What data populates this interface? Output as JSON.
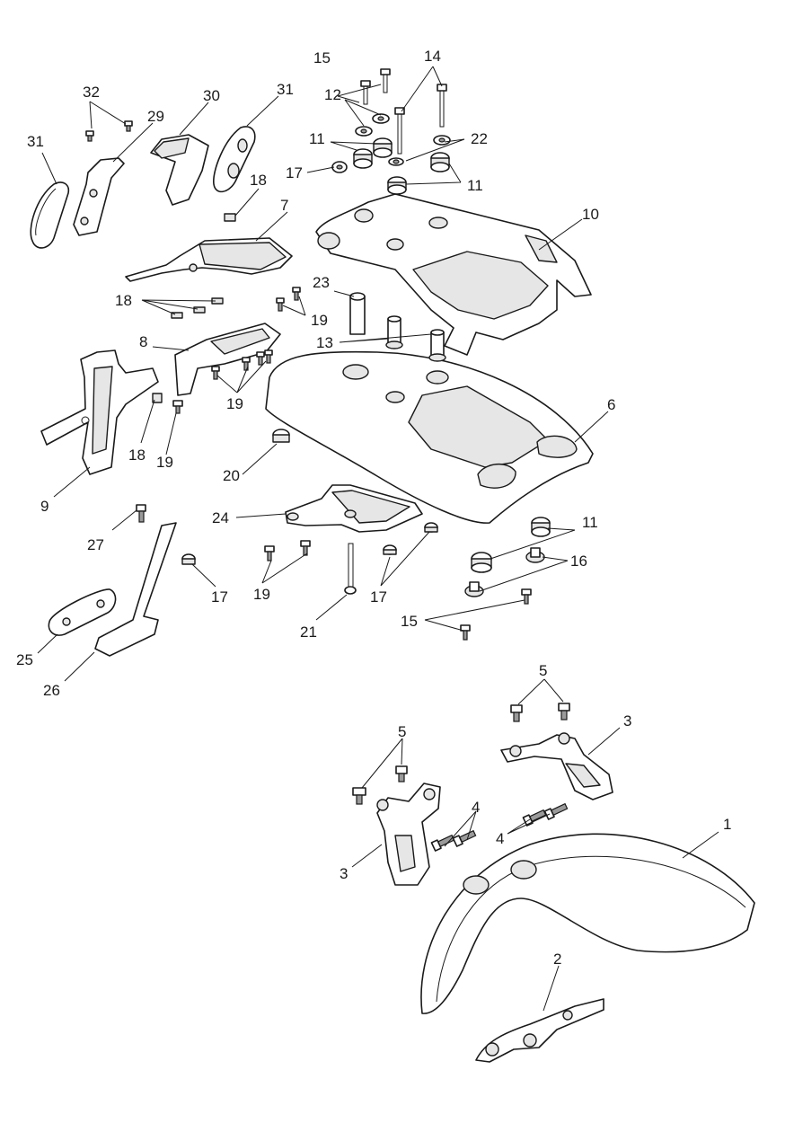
{
  "callouts": {
    "c1": "1",
    "c2": "2",
    "c3a": "3",
    "c3b": "3",
    "c4a": "4",
    "c4b": "4",
    "c5a": "5",
    "c5b": "5",
    "c6": "6",
    "c7": "7",
    "c8": "8",
    "c9": "9",
    "c10": "10",
    "c11a": "11",
    "c11b": "11",
    "c11c": "11",
    "c12": "12",
    "c13": "13",
    "c14": "14",
    "c15a": "15",
    "c15b": "15",
    "c16": "16",
    "c17a": "17",
    "c17b": "17",
    "c17c": "17",
    "c18a": "18",
    "c18b": "18",
    "c18c": "18",
    "c19a": "19",
    "c19b": "19",
    "c19c": "19",
    "c19d": "19",
    "c20": "20",
    "c21": "21",
    "c22": "22",
    "c23": "23",
    "c24": "24",
    "c25": "25",
    "c26": "26",
    "c27": "27",
    "c29": "29",
    "c30": "30",
    "c31a": "31",
    "c31b": "31",
    "c32": "32"
  }
}
